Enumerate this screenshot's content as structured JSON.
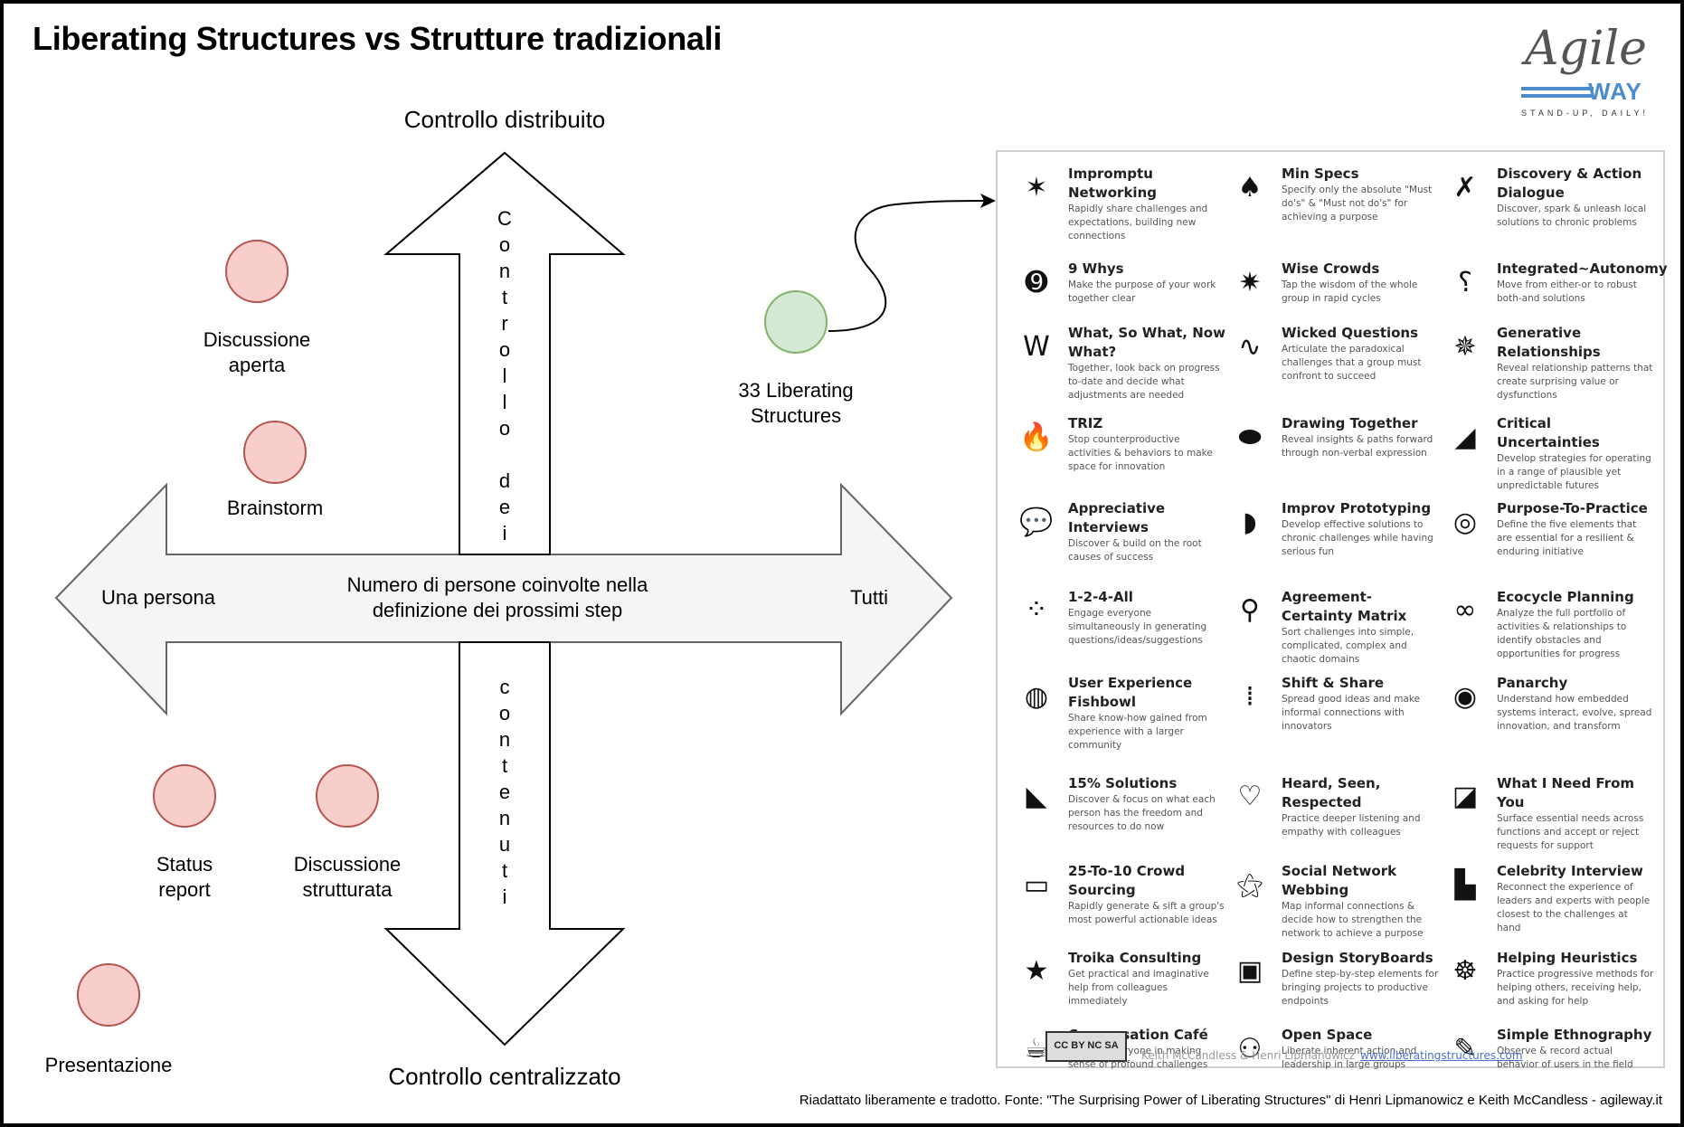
{
  "title": "Liberating Structures vs Strutture tradizionali",
  "logo": {
    "agile": "Agile",
    "way": "WAY",
    "tagline": "STAND-UP, DAILY!"
  },
  "colors": {
    "red_fill": "#f8cecc",
    "red_stroke": "#b85450",
    "green_fill": "#d5e8d4",
    "green_stroke": "#82b366",
    "arrow_fill": "#f5f5f5",
    "link_blue": "#4a6fd0",
    "logo_blue": "#4a8ccc"
  },
  "axes": {
    "top": "Controllo distribuito",
    "bottom": "Controllo centralizzato",
    "left": "Una persona",
    "right": "Tutti",
    "horizontal_center_line1": "Numero di persone coinvolte nella",
    "horizontal_center_line2": "definizione dei prossimi step",
    "vertical_upper": [
      "C",
      "o",
      "n",
      "t",
      "r",
      "o",
      "l",
      "l",
      "o",
      "",
      "d",
      "e",
      "i"
    ],
    "vertical_lower": [
      "c",
      "o",
      "n",
      "t",
      "e",
      "n",
      "u",
      "t",
      "i"
    ]
  },
  "nodes": [
    {
      "id": "discussione-aperta",
      "line1": "Discussione",
      "line2": "aperta",
      "type": "traditional"
    },
    {
      "id": "brainstorm",
      "line1": "Brainstorm",
      "line2": "",
      "type": "traditional"
    },
    {
      "id": "status-report",
      "line1": "Status",
      "line2": "report",
      "type": "traditional"
    },
    {
      "id": "discussione-strutturata",
      "line1": "Discussione",
      "line2": "strutturata",
      "type": "traditional"
    },
    {
      "id": "presentazione",
      "line1": "Presentazione",
      "line2": "",
      "type": "traditional"
    },
    {
      "id": "liberating-structures",
      "line1": "33 Liberating",
      "line2": "Structures",
      "type": "liberating"
    }
  ],
  "panel": {
    "columns": [
      [
        {
          "name": "Impromptu Networking",
          "desc": "Rapidly share challenges and expectations, building new connections",
          "icon": "stars-icon"
        },
        {
          "name": "9 Whys",
          "desc": "Make the purpose of your work together clear",
          "icon": "whys-ball-icon"
        },
        {
          "name": "What, So What, Now What?",
          "desc": "Together, look back on progress to-date and decide what adjustments are needed",
          "icon": "www-icon"
        },
        {
          "name": "TRIZ",
          "desc": "Stop counterproductive activities & behaviors to make space for innovation",
          "icon": "flame-icon"
        },
        {
          "name": "Appreciative Interviews",
          "desc": "Discover & build on the root causes of success",
          "icon": "speech-bubbles-icon"
        },
        {
          "name": "1-2-4-All",
          "desc": "Engage everyone simultaneously in generating questions/ideas/suggestions",
          "icon": "dots-circle-icon"
        },
        {
          "name": "User Experience Fishbowl",
          "desc": "Share know-how gained from experience with a larger community",
          "icon": "fishbowl-icon"
        },
        {
          "name": "15% Solutions",
          "desc": "Discover & focus on what each person has the freedom and resources to do now",
          "icon": "pennant-icon"
        },
        {
          "name": "25-To-10 Crowd Sourcing",
          "desc": "Rapidly generate & sift a group's most powerful actionable ideas",
          "icon": "score-25-10-icon"
        },
        {
          "name": "Troika Consulting",
          "desc": "Get practical and imaginative help from colleagues immediately",
          "icon": "three-stars-icon"
        },
        {
          "name": "Conversation Café",
          "desc": "Engage everyone in making sense of profound challenges",
          "icon": "coffee-cup-icon"
        }
      ],
      [
        {
          "name": "Min Specs",
          "desc": "Specify only the absolute \"Must do's\" & \"Must not do's\" for achieving a purpose",
          "icon": "mushroom-icon"
        },
        {
          "name": "Wise Crowds",
          "desc": "Tap the wisdom of the whole group in rapid cycles",
          "icon": "crowd-stars-icon"
        },
        {
          "name": "Wicked Questions",
          "desc": "Articulate the paradoxical challenges that a group must confront to succeed",
          "icon": "wave-eye-icon"
        },
        {
          "name": "Drawing Together",
          "desc": "Reveal insights & paths forward through non-verbal expression",
          "icon": "palette-icon"
        },
        {
          "name": "Improv Prototyping",
          "desc": "Develop effective solutions to chronic challenges while having serious fun",
          "icon": "masks-icon"
        },
        {
          "name": "Agreement-Certainty Matrix",
          "desc": "Sort challenges into simple, complicated, complex and chaotic domains",
          "icon": "magnifier-icon"
        },
        {
          "name": "Shift & Share",
          "desc": "Spread good ideas and make informal connections with innovators",
          "icon": "footprints-icon"
        },
        {
          "name": "Heard, Seen, Respected",
          "desc": "Practice deeper listening and empathy with colleagues",
          "icon": "heart-icon"
        },
        {
          "name": "Social Network Webbing",
          "desc": "Map informal connections & decide how to strengthen the network to achieve a purpose",
          "icon": "network-icon"
        },
        {
          "name": "Design StoryBoards",
          "desc": "Define step-by-step elements for bringing projects to productive endpoints",
          "icon": "storyboard-icon"
        },
        {
          "name": "Open Space",
          "desc": "Liberate inherent action and leadership in large groups",
          "icon": "chairs-circle-icon"
        }
      ],
      [
        {
          "name": "Discovery & Action Dialogue",
          "desc": "Discover, spark & unleash local solutions to chronic problems",
          "icon": "spring-star-icon"
        },
        {
          "name": "Integrated~Autonomy",
          "desc": "Move from either-or to robust both-and solutions",
          "icon": "question-marks-icon"
        },
        {
          "name": "Generative Relationships",
          "desc": "Reveal relationship patterns that create surprising value or dysfunctions",
          "icon": "compass-icon"
        },
        {
          "name": "Critical Uncertainties",
          "desc": "Develop strategies for operating in a range of plausible yet unpredictable futures",
          "icon": "shark-fin-icon"
        },
        {
          "name": "Purpose-To-Practice",
          "desc": "Define the five elements that are essential for a resilient & enduring initiative",
          "icon": "spiral-icon"
        },
        {
          "name": "Ecocycle Planning",
          "desc": "Analyze the full portfolio of activities & relationships to identify obstacles and opportunities for progress",
          "icon": "infinity-icon"
        },
        {
          "name": "Panarchy",
          "desc": "Understand how embedded systems interact, evolve, spread innovation, and transform",
          "icon": "nested-arcs-icon"
        },
        {
          "name": "What I Need From You",
          "desc": "Surface essential needs across functions and accept or reject requests for support",
          "icon": "hand-icon"
        },
        {
          "name": "Celebrity Interview",
          "desc": "Reconnect the experience of leaders and experts with people closest to the challenges at hand",
          "icon": "top-hat-icon"
        },
        {
          "name": "Helping Heuristics",
          "desc": "Practice progressive methods for helping others, receiving help, and asking for help",
          "icon": "meditation-icon"
        },
        {
          "name": "Simple Ethnography",
          "desc": "Observe & record actual behavior of users in the field",
          "icon": "notepad-icon"
        }
      ]
    ],
    "license": "CC BY NC SA",
    "authors": "Keith McCandless & Henri Lipmanowicz",
    "url": "www.liberatingstructures.com"
  },
  "footer": "Riadattato liberamente e tradotto. Fonte: \"The Surprising Power of Liberating Structures\" di Henri Lipmanowicz e Keith McCandless - agileway.it"
}
